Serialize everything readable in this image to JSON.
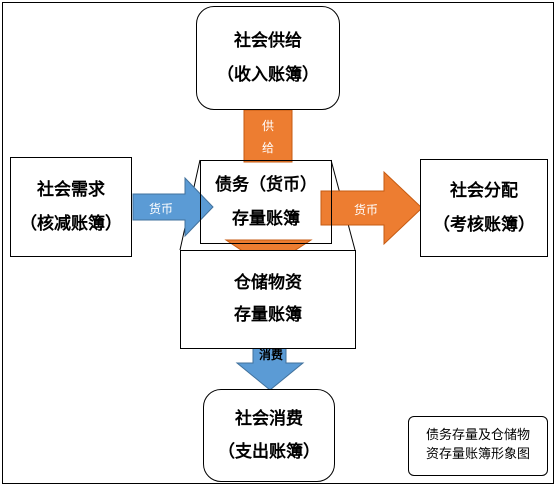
{
  "nodes": {
    "social_supply": {
      "title": "社会供给",
      "subtitle": "（收入账簿）"
    },
    "social_demand": {
      "title": "社会需求",
      "subtitle": "（核减账簿）"
    },
    "debt_stock": {
      "title": "债务（货币）",
      "subtitle": "存量账簿"
    },
    "social_distribution": {
      "title": "社会分配",
      "subtitle": "（考核账簿）"
    },
    "warehouse_stock": {
      "title": "仓储物资",
      "subtitle": "存量账簿"
    },
    "social_consumption": {
      "title": "社会消费",
      "subtitle": "（支出账簿）"
    }
  },
  "arrows": {
    "supply": {
      "label_1": "供",
      "label_2": "给",
      "color": "#ed7d31"
    },
    "demand_to_debt": {
      "label": "货币",
      "color": "#5b9bd5"
    },
    "debt_to_distribution": {
      "label": "货币",
      "color": "#ed7d31"
    },
    "consumption": {
      "label": "消费",
      "color": "#5b9bd5"
    },
    "debt_to_warehouse": {
      "color": "#ed7d31"
    }
  },
  "note": {
    "line1": "债务存量及仓储物",
    "line2": "资存量账簿形象图"
  }
}
